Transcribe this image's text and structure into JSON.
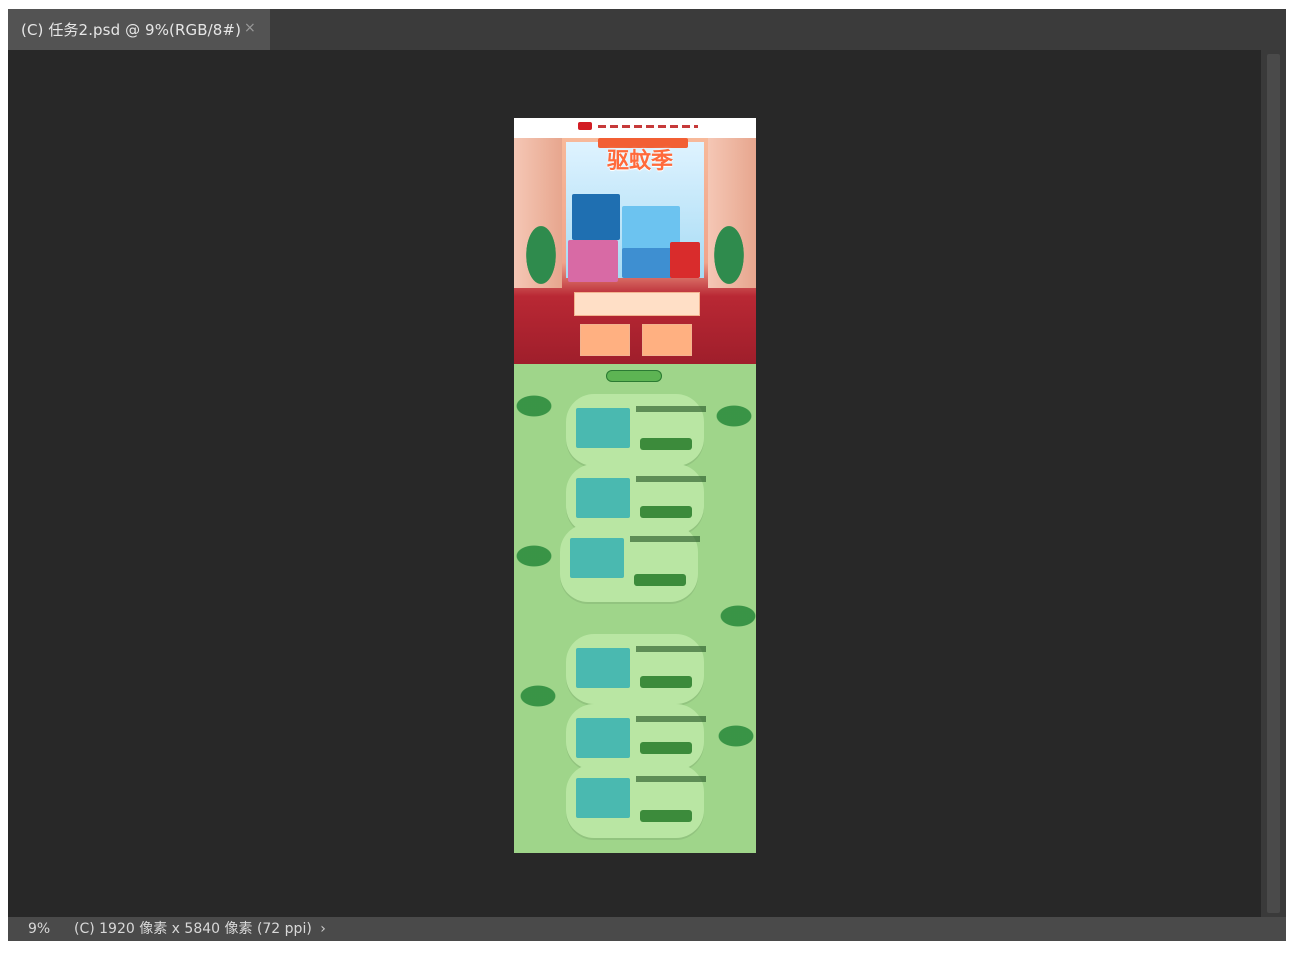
{
  "document": {
    "tab_title": "(C) 任务2.psd @ 9%(RGB/8#)",
    "close_glyph": "×"
  },
  "status": {
    "zoom": "9%",
    "doc_size": "(C) 1920 像素 x 5840 像素 (72 ppi)",
    "arrow_glyph": "›"
  },
  "artwork": {
    "headline": "驱蚊季"
  },
  "colors": {
    "canvas_bg": "#282828",
    "panel_bg": "#3a3a3a",
    "tab_active": "#535353",
    "status_bar": "#4a4a4a",
    "hero_red": "#b92834",
    "green": "#9fd58a"
  }
}
